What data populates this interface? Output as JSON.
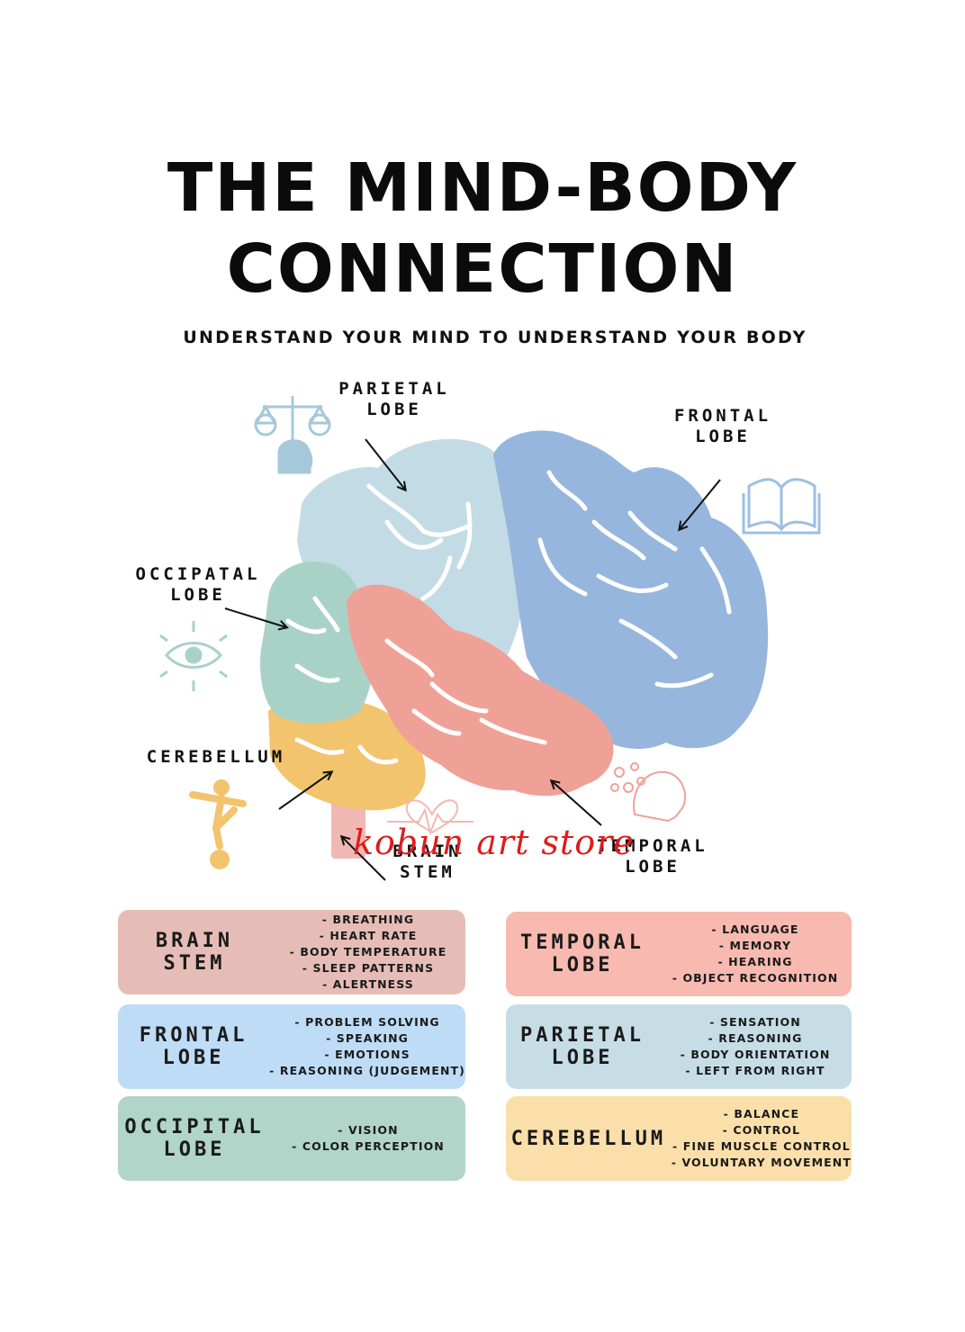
{
  "title_line1": "THE MIND-BODY",
  "title_line2": "CONNECTION",
  "subtitle": "UNDERSTAND YOUR MIND TO UNDERSTAND YOUR BODY",
  "watermark": "kobun art store",
  "labels": {
    "parietal": [
      "PARIETAL",
      "LOBE"
    ],
    "frontal": [
      "FRONTAL",
      "LOBE"
    ],
    "occipital": [
      "OCCIPATAL",
      "LOBE"
    ],
    "cerebellum": [
      "CEREBELLUM"
    ],
    "brainstem": [
      "BRAIN",
      "STEM"
    ],
    "temporal": [
      "TEMPORAL",
      "LOBE"
    ]
  },
  "colors": {
    "parietal": "#c3dbe5",
    "frontal": "#96b6dd",
    "occipital": "#a9d2c6",
    "cerebellum": "#f2c46e",
    "temporal": "#f0a197",
    "brainstem": "#f0b8b2"
  },
  "icons": [
    "scales-mind-icon",
    "open-book-icon",
    "eye-icon",
    "balance-figure-icon",
    "heart-rate-icon",
    "stars-head-icon"
  ],
  "cards": [
    {
      "name": [
        "BRAIN",
        "STEM"
      ],
      "items": [
        "- BREATHING",
        "- HEART RATE",
        "- BODY TEMPERATURE",
        "- SLEEP PATTERNS",
        "- ALERTNESS"
      ],
      "color": "#e6bdb6"
    },
    {
      "name": [
        "TEMPORAL",
        "LOBE"
      ],
      "items": [
        "- LANGUAGE",
        "- MEMORY",
        "- HEARING",
        "- OBJECT RECOGNITION"
      ],
      "color": "#f7b9b0"
    },
    {
      "name": [
        "FRONTAL",
        "LOBE"
      ],
      "items": [
        "- PROBLEM SOLVING",
        "- SPEAKING",
        "- EMOTIONS",
        "- REASONING (JUDGEMENT)"
      ],
      "color": "#bedcf5"
    },
    {
      "name": [
        "PARIETAL",
        "LOBE"
      ],
      "items": [
        "- SENSATION",
        "- REASONING",
        "- BODY ORIENTATION",
        "- LEFT FROM RIGHT"
      ],
      "color": "#c6dde6"
    },
    {
      "name": [
        "OCCIPITAL",
        "LOBE"
      ],
      "items": [
        "- VISION",
        "- COLOR PERCEPTION"
      ],
      "color": "#b1d5c8"
    },
    {
      "name": [
        "CEREBELLUM"
      ],
      "items": [
        "- BALANCE",
        "- CONTROL",
        "- FINE MUSCLE CONTROL",
        "- VOLUNTARY MOVEMENT"
      ],
      "color": "#fbdfaa"
    }
  ]
}
